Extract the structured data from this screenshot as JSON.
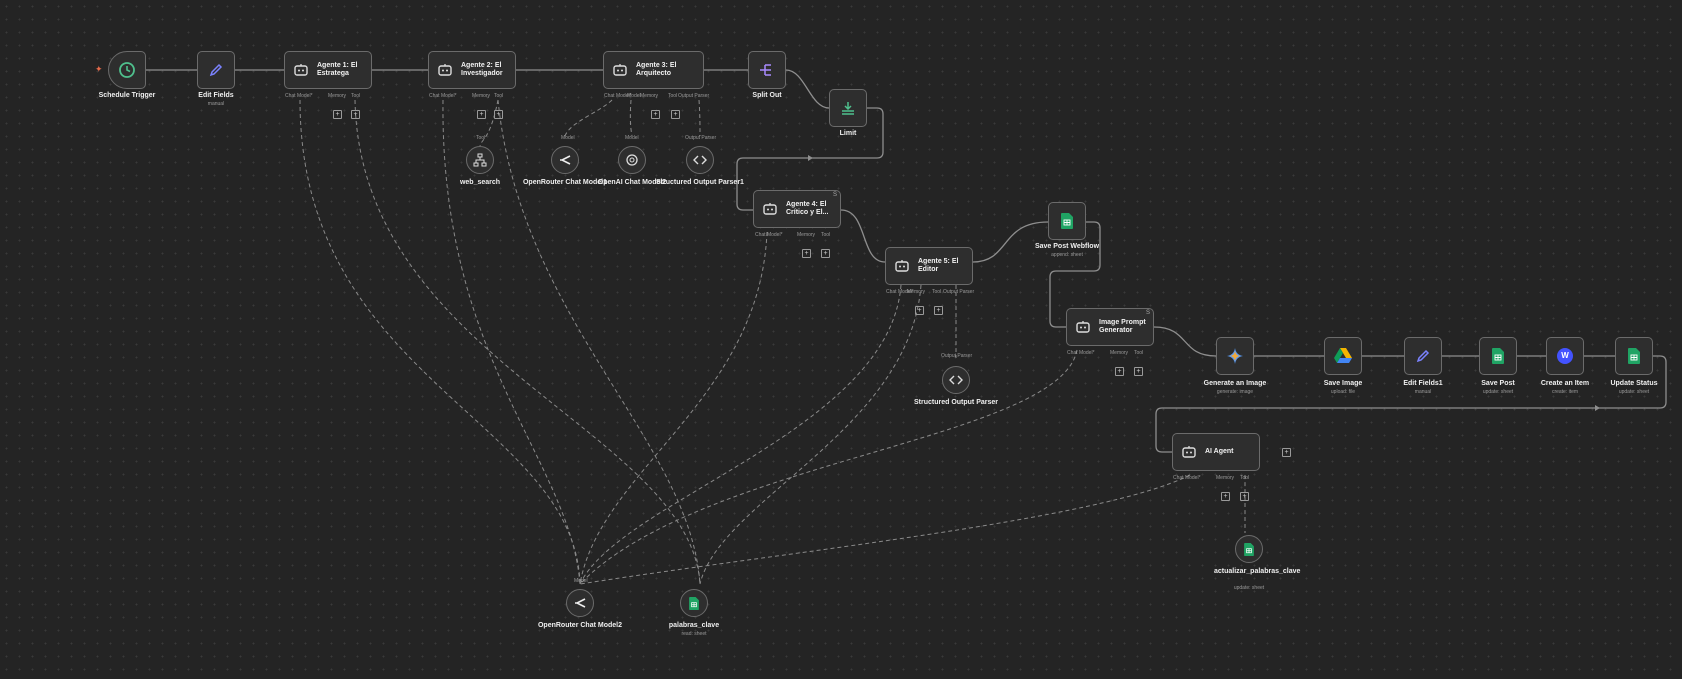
{
  "colors": {
    "canvas": "#242424",
    "node_bg": "#2e2e2e",
    "node_border": "#6b6b6b",
    "edge": "#8e8e8e",
    "trigger_accent": "#e76b4b",
    "trigger_icon": "#4fc08d",
    "edit_icon": "#7b83ff"
  },
  "nodes": {
    "schedule_trigger": {
      "title": "Schedule Trigger",
      "icon": "clock-icon"
    },
    "edit_fields": {
      "title": "Edit Fields",
      "subtitle": "manual",
      "icon": "pencil-icon"
    },
    "agent1": {
      "title": "Agente 1: El Estratega",
      "ports": [
        "Chat Model*",
        "Memory",
        "Tool"
      ]
    },
    "agent2": {
      "title": "Agente 2: El Investigador",
      "ports": [
        "Chat Model*",
        "Memory",
        "Tool"
      ]
    },
    "agent3": {
      "title": "Agente 3: El Arquitecto",
      "ports": [
        "Chat Model*",
        "Model",
        "Memory",
        "Tool",
        "Output Parser"
      ]
    },
    "split_out": {
      "title": "Split Out",
      "icon": "split-icon"
    },
    "limit": {
      "title": "Limit",
      "icon": "limit-icon"
    },
    "web_search": {
      "title": "web_search",
      "port": "Tool"
    },
    "openrouter1": {
      "title": "OpenRouter Chat Model1",
      "port": "Model"
    },
    "openai2": {
      "title": "OpenAI Chat Model2",
      "port": "Model"
    },
    "parser1": {
      "title": "Structured Output Parser1",
      "port": "Output Parser"
    },
    "agent4": {
      "title": "Agente 4: El Crítico y El...",
      "ports": [
        "Chat Model*",
        "Memory",
        "Tool"
      ]
    },
    "agent5": {
      "title": "Agente 5: El Editor",
      "ports": [
        "Chat Model*",
        "Memory",
        "Tool",
        "Output Parser"
      ]
    },
    "save_post_webflow": {
      "title": "Save Post Webflow",
      "subtitle": "append: sheet"
    },
    "parser": {
      "title": "Structured Output Parser",
      "port": "Output Parser"
    },
    "image_prompt": {
      "title": "Image Prompt Generator",
      "ports": [
        "Chat Model*",
        "Memory",
        "Tool"
      ]
    },
    "generate_image": {
      "title": "Generate an Image",
      "subtitle": "generate: image"
    },
    "save_image": {
      "title": "Save Image",
      "subtitle": "upload: file"
    },
    "edit_fields1": {
      "title": "Edit Fields1",
      "subtitle": "manual"
    },
    "save_post": {
      "title": "Save Post",
      "subtitle": "update: sheet"
    },
    "create_item": {
      "title": "Create an Item",
      "subtitle": "create: item"
    },
    "update_status": {
      "title": "Update Status",
      "subtitle": "update: sheet"
    },
    "ai_agent": {
      "title": "AI Agent",
      "ports": [
        "Chat Model*",
        "Memory",
        "Tool"
      ]
    },
    "actualizar": {
      "title": "actualizar_palabras_clave",
      "subtitle": "update: sheet"
    },
    "openrouter2": {
      "title": "OpenRouter Chat Model2",
      "port": "Model"
    },
    "palabras_clave": {
      "title": "palabras_clave",
      "subtitle": "read: sheet"
    }
  }
}
